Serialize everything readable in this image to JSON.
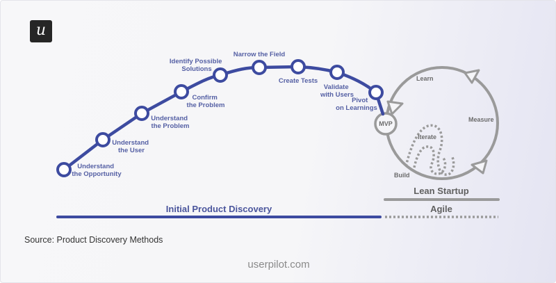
{
  "logo": {
    "glyph": "u",
    "icon": "userpilot-logo-icon"
  },
  "discovery_path": {
    "steps": [
      {
        "label_lines": [
          "Understand",
          "the Opportunity"
        ]
      },
      {
        "label_lines": [
          "Understand",
          "the User"
        ]
      },
      {
        "label_lines": [
          "Understand",
          "the Problem"
        ]
      },
      {
        "label_lines": [
          "Confirm",
          "the Problem"
        ]
      },
      {
        "label_lines": [
          "Identify Possible",
          "Solutions"
        ]
      },
      {
        "label_lines": [
          "Narrow the Field"
        ]
      },
      {
        "label_lines": [
          "Create Tests"
        ]
      },
      {
        "label_lines": [
          "Validate",
          "with Users"
        ]
      },
      {
        "label_lines": [
          "Pivot",
          "on Learnings"
        ]
      }
    ],
    "color": "#3d4ba0"
  },
  "lean_loop": {
    "mvp_label": "MVP",
    "learn_label": "Learn",
    "measure_label": "Measure",
    "build_label": "Build",
    "iterate_label": "Iterate",
    "color": "#9a9a9a"
  },
  "phases": {
    "initial_discovery": "Initial Product Discovery",
    "lean_startup": "Lean Startup",
    "agile": "Agile"
  },
  "source": "Source: Product Discovery Methods",
  "footer": "userpilot.com"
}
